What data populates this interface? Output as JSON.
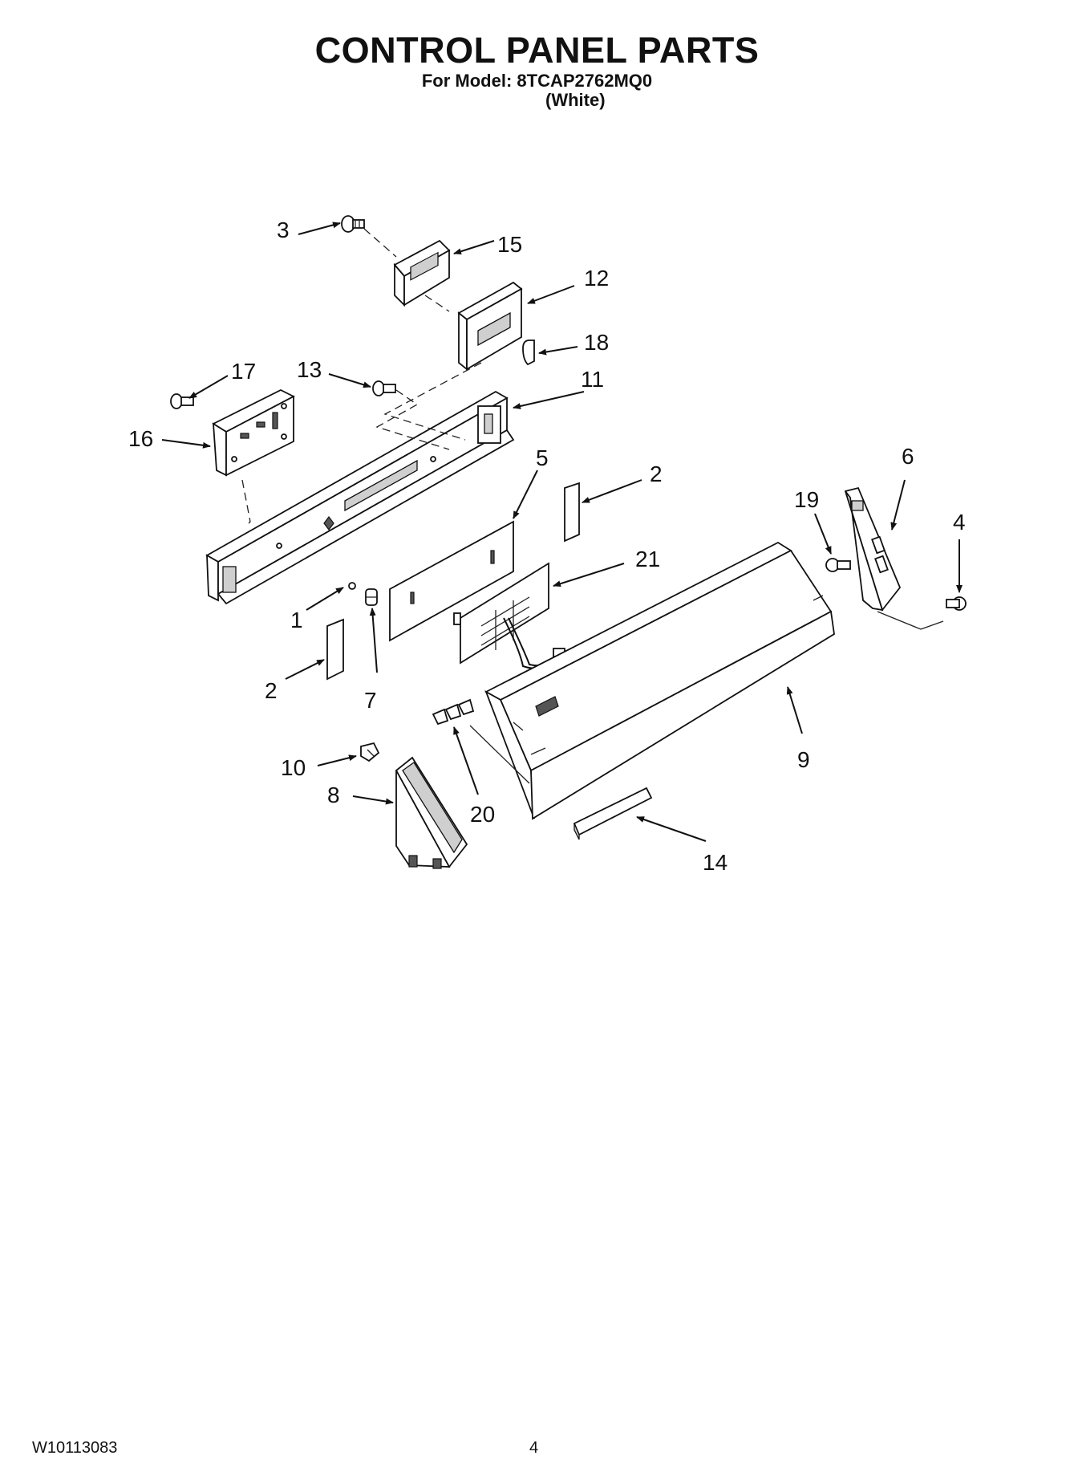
{
  "title": "CONTROL PANEL PARTS",
  "model_line": "For Model: 8TCAP2762MQ0",
  "variant": "(White)",
  "footer": {
    "doc_number": "W10113083",
    "page": "4"
  },
  "callouts": {
    "c1": "1",
    "c2a": "2",
    "c2b": "2",
    "c3": "3",
    "c4": "4",
    "c5": "5",
    "c6": "6",
    "c7": "7",
    "c8": "8",
    "c9": "9",
    "c10": "10",
    "c11": "11",
    "c12": "12",
    "c13": "13",
    "c14": "14",
    "c15": "15",
    "c16": "16",
    "c17": "17",
    "c18": "18",
    "c19": "19",
    "c20": "20",
    "c21": "21"
  }
}
